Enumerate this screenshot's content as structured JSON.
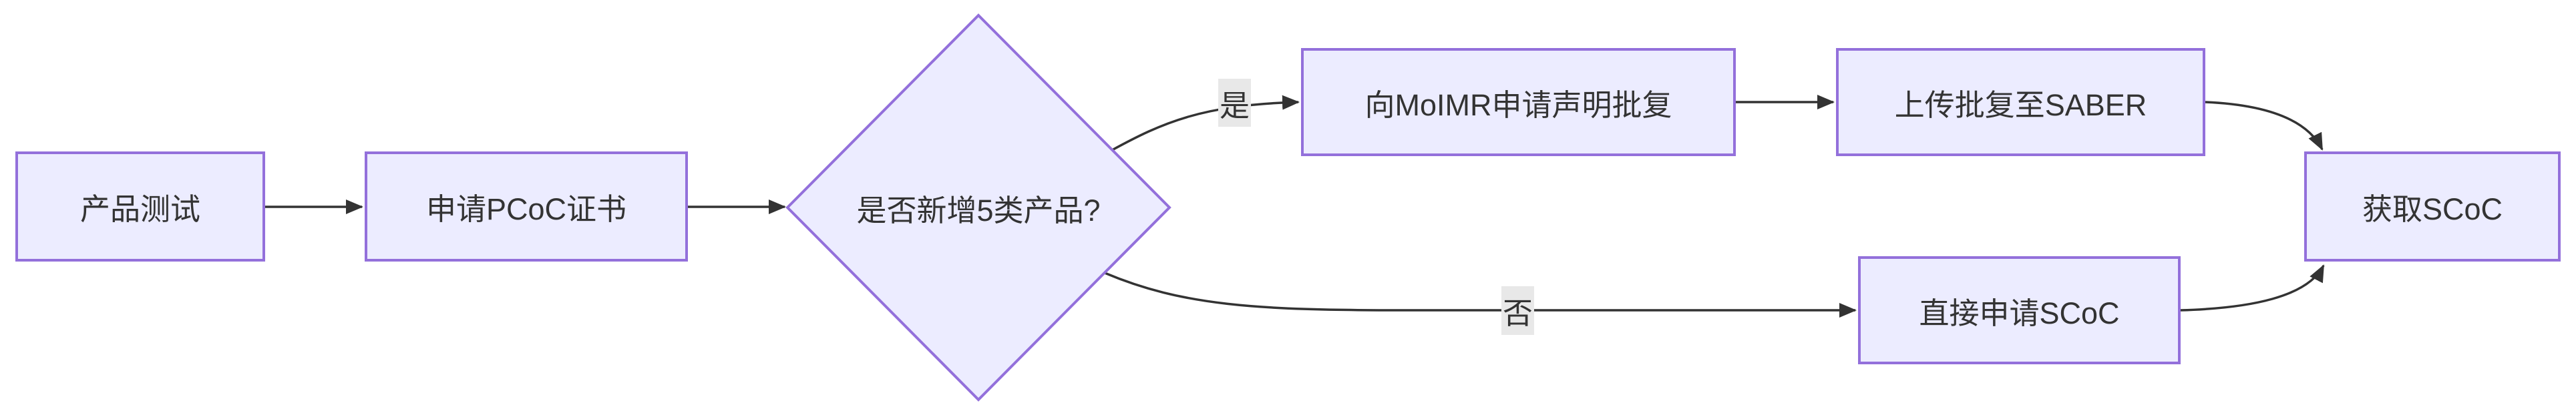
{
  "diagram": {
    "type": "flowchart-left-to-right",
    "theme": {
      "node_fill": "#ECECFF",
      "node_border": "#9370DB",
      "edge_color": "#333333",
      "text_color": "#333333",
      "edge_label_bg": "#e8e8e8",
      "canvas_bg": "#ffffff"
    },
    "nodes": [
      {
        "id": "A",
        "shape": "rect",
        "label": "产品测试"
      },
      {
        "id": "B",
        "shape": "rect",
        "label": "申请PCoC证书"
      },
      {
        "id": "C",
        "shape": "diamond",
        "label": "是否新增5类产品?"
      },
      {
        "id": "D",
        "shape": "rect",
        "label": "向MoIMR申请声明批复"
      },
      {
        "id": "E",
        "shape": "rect",
        "label": "上传批复至SABER"
      },
      {
        "id": "F",
        "shape": "rect",
        "label": "直接申请SCoC"
      },
      {
        "id": "G",
        "shape": "rect",
        "label": "获取SCoC"
      }
    ],
    "edges": [
      {
        "from": "A",
        "to": "B",
        "label": ""
      },
      {
        "from": "B",
        "to": "C",
        "label": ""
      },
      {
        "from": "C",
        "to": "D",
        "label": "是"
      },
      {
        "from": "D",
        "to": "E",
        "label": ""
      },
      {
        "from": "E",
        "to": "G",
        "label": ""
      },
      {
        "from": "C",
        "to": "F",
        "label": "否"
      },
      {
        "from": "F",
        "to": "G",
        "label": ""
      }
    ]
  }
}
